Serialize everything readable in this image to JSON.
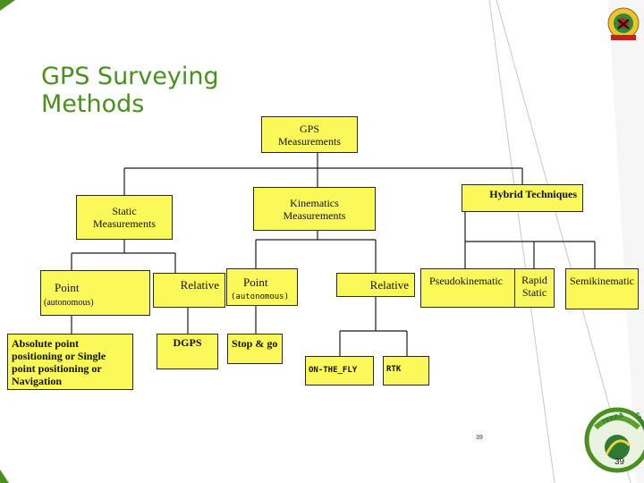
{
  "slide": {
    "title": "GPS Surveying\nMethods",
    "page_number": "39",
    "page_number_small": "39"
  },
  "diagram": {
    "root": "GPS\nMeasurements",
    "static": "Static\nMeasurements",
    "kinematics": "Kinematics\nMeasurements",
    "hybrid": "Hybrid Techniques",
    "point_static": {
      "label": "Point",
      "sub": "(autonomous)"
    },
    "relative_static": "Relative",
    "point_kinematic": {
      "label": "Point",
      "sub": "(autonomous)"
    },
    "relative_kinematic": "Relative",
    "pseudokinematic": "Pseudokinematic",
    "rapid_static": "Rapid\nStatic",
    "semikinematic": "Semikinematic",
    "absolute_point": "Absolute point\npositioning  or Single\npoint positioning or\nNavigation",
    "dgps": "DGPS",
    "stop_go": "Stop & go",
    "on_the_fly": "ON-THE_FLY",
    "rtk": "RTK"
  },
  "logo": {
    "text_top": "TERRA",
    "text_right": "SEGURA"
  },
  "colors": {
    "accent_green": "#4a8f1f",
    "box_yellow": "#fbf95a",
    "emblem_red": "#c0241c"
  }
}
